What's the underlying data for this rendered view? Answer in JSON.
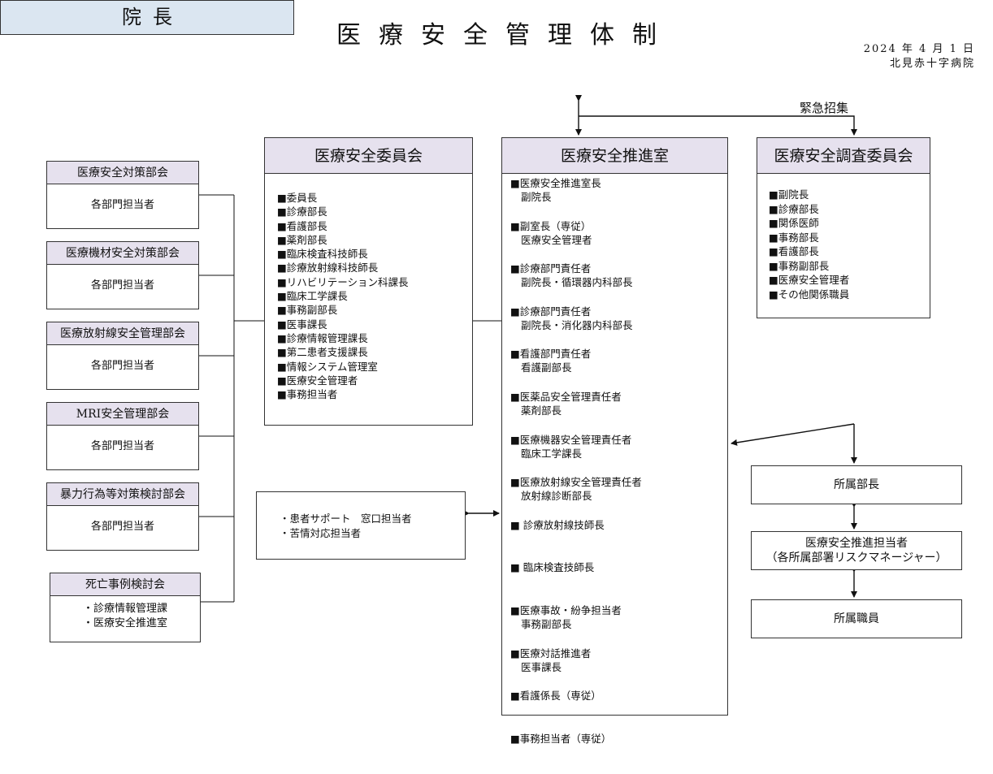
{
  "title": "医療安全管理体制",
  "date": "2024 年 4 月 1 日",
  "hospital": "北見赤十字病院",
  "director": "院長",
  "emergency_label": "緊急招集",
  "safety_committee": {
    "title": "医療安全委員会",
    "members": [
      "■委員長",
      "■診療部長",
      "■看護部長",
      "■薬剤部長",
      "■臨床検査科技師長",
      "■診療放射線科技師長",
      "■リハビリテーション科課長",
      "■臨床工学課長",
      "■事務副部長",
      "■医事課長",
      "■診療情報管理課長",
      "■第二患者支援課長",
      "■情報システム管理室",
      "■医療安全管理者",
      "■事務担当者"
    ]
  },
  "promotion_office": {
    "title": "医療安全推進室",
    "members": [
      {
        "role": "■医療安全推進室長",
        "person": "副院長"
      },
      {
        "role": "■副室長（専従）",
        "person": "医療安全管理者"
      },
      {
        "role": "■診療部門責任者",
        "person": "副院長・循環器内科部長"
      },
      {
        "role": "■診療部門責任者",
        "person": "副院長・消化器内科部長"
      },
      {
        "role": "■看護部門責任者",
        "person": "看護副部長"
      },
      {
        "role": "■医薬品安全管理責任者",
        "person": "薬剤部長"
      },
      {
        "role": "■医療機器安全管理責任者",
        "person": "臨床工学課長"
      },
      {
        "role": "■医療放射線安全管理責任者",
        "person": "放射線診断部長"
      },
      {
        "role": "■ 診療放射線技師長",
        "person": ""
      },
      {
        "role": "■ 臨床検査技師長",
        "person": ""
      },
      {
        "role": "■医療事故・紛争担当者",
        "person": "事務副部長"
      },
      {
        "role": "■医療対話推進者",
        "person": "医事課長"
      },
      {
        "role": "■看護係長（専従）",
        "person": ""
      },
      {
        "role": "■事務担当者（専従）",
        "person": ""
      }
    ]
  },
  "investigation_committee": {
    "title": "医療安全調査委員会",
    "members": [
      "■副院長",
      "■診療部長",
      "■関係医師",
      "■事務部長",
      "■看護部長",
      "■事務副部長",
      "■医療安全管理者",
      "■その他関係職員"
    ]
  },
  "subcommittees": [
    {
      "title": "医療安全対策部会",
      "body": "各部門担当者"
    },
    {
      "title": "医療機材安全対策部会",
      "body": "各部門担当者"
    },
    {
      "title": "医療放射線安全管理部会",
      "body": "各部門担当者"
    },
    {
      "title": "MRI安全管理部会",
      "body": "各部門担当者"
    },
    {
      "title": "暴力行為等対策検討部会",
      "body": "各部門担当者"
    }
  ],
  "death_review": {
    "title": "死亡事例検討会",
    "items": [
      "・診療情報管理課",
      "・医療安全推進室"
    ]
  },
  "patient_support": [
    "・患者サポート　窓口担当者",
    "・苦情対応担当者"
  ],
  "dept_head": "所属部長",
  "risk_manager": {
    "line1": "医療安全推進担当者",
    "line2": "（各所属部署リスクマネージャー）"
  },
  "dept_staff": "所属職員",
  "colors": {
    "header_lavender": "#e6e1ee",
    "director_blue": "#dbe6f1",
    "line": "#111111"
  }
}
